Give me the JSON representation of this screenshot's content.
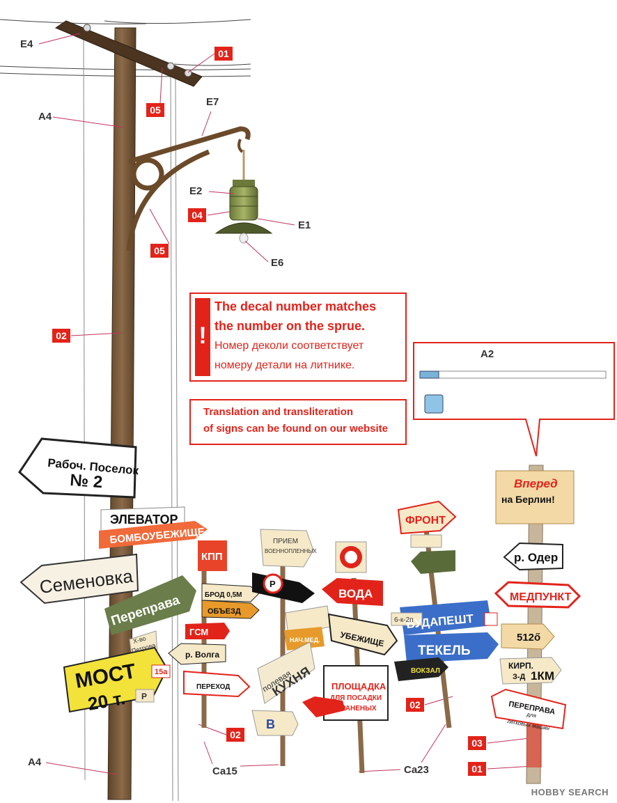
{
  "colors": {
    "accent": "#e2231a",
    "wood": "#7a5a3a",
    "leader": "#c0325a"
  },
  "parts": {
    "e4": "E4",
    "a4_top": "A4",
    "e7": "E7",
    "e2": "E2",
    "e1": "E1",
    "e6": "E6",
    "a2": "A2",
    "a4_bottom": "A4",
    "ca15": "Ca15",
    "ca23": "Ca23"
  },
  "decal_tags": {
    "t01_top": "01",
    "t05_crossarm": "05",
    "t04_lamp": "04",
    "t05_bracket": "05",
    "t02_pole": "02",
    "t02_mid": "02",
    "t02_right": "02",
    "t03": "03",
    "t01_bottom": "01"
  },
  "notice": {
    "line1": "The decal number matches",
    "line2": "the number on the sprue.",
    "line3": "Номер деколи соответствует",
    "line4": "номеру детали на литнике.",
    "bang": "!"
  },
  "website_note": {
    "line1": "Translation and transliteration",
    "line2": "of signs can be found on our website"
  },
  "signs": {
    "rabochy_line1": "Рабоч. Поселок",
    "rabochy_line2": "№ 2",
    "elevator": "ЭЛЕВАТОР",
    "bomboubezhishche": "БОМБОУБЕЖИЩЕ",
    "semenovka": "Семеновка",
    "pereprava": "Переправа",
    "hbo_line1": "Х-во",
    "hbo_line2": "Петрова",
    "most_line1": "МОСТ",
    "most_line2": "20 т.",
    "most_tag": "15а",
    "r_sign": "Р",
    "kpp": "КПП",
    "brod": "БРОД 0,5М",
    "obezd": "ОБЪЕЗД",
    "gsm": "ГСМ",
    "volga": "р. Волга",
    "perekhod": "ПЕРЕХОД",
    "priem_line1": "ПРИЕМ",
    "priem_line2": "ВОЕННОПЛЕННЫХ",
    "parking": "Р",
    "nach_med": "НАЧ.МЕД.",
    "polevaya": "полевая",
    "kukhnya": "КУХНЯ",
    "b_anchor": "В",
    "voda": "ВОДА",
    "ubezhishche": "УБЕЖИЩЕ",
    "ploshchadka_line1": "ПЛОЩАДКА",
    "ploshchadka_line2": "ДЛЯ ПОСАДКИ",
    "ploshchadka_line3": "РАНЕНЫХ",
    "front": "ФРОНТ",
    "budapesht": "БУДАПЕШТ",
    "tekel": "ТЕКЕЛЬ",
    "vokzal": "ВОКЗАЛ",
    "sk_sign": "6-к-2п",
    "vpered_line1": "Вперед",
    "vpered_line2": "на Берлин!",
    "oder": "р. Одер",
    "medpunkt": "МЕДПУНКТ",
    "km512": "512ő",
    "kirp_line1": "КИРП.",
    "kirp_line2": "З-Д",
    "kirp_km": "1КМ",
    "pereprava2_line1": "ПЕРЕПРАВА",
    "pereprava2_line2": "для",
    "pereprava2_line3": "легковых машин"
  },
  "watermark": "HOBBY SEARCH"
}
